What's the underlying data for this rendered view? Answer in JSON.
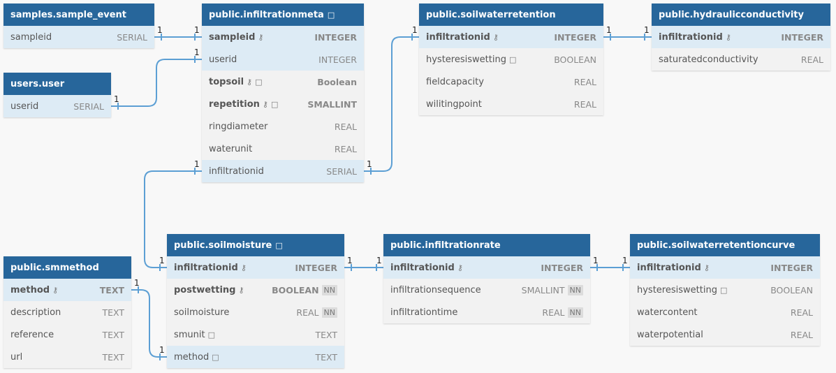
{
  "colors": {
    "header": "#27669b",
    "link": "#5c9fd4",
    "row_highlight": "#ddebf5",
    "body": "#f2f2f2"
  },
  "tables": [
    {
      "id": "sample_event",
      "name": "samples.sample_event",
      "note": false,
      "columns": [
        {
          "name": "sampleid",
          "type": "SERIAL",
          "pk": false,
          "key": false,
          "note": false,
          "nn": false,
          "hl": true
        }
      ]
    },
    {
      "id": "user",
      "name": "users.user",
      "note": false,
      "columns": [
        {
          "name": "userid",
          "type": "SERIAL",
          "pk": false,
          "key": false,
          "note": false,
          "nn": false,
          "hl": true
        }
      ]
    },
    {
      "id": "infiltrationmeta",
      "name": "public.infiltrationmeta",
      "note": true,
      "columns": [
        {
          "name": "sampleid",
          "type": "INTEGER",
          "pk": true,
          "key": true,
          "note": false,
          "nn": false,
          "hl": true
        },
        {
          "name": "userid",
          "type": "INTEGER",
          "pk": false,
          "key": false,
          "note": false,
          "nn": false,
          "hl": true
        },
        {
          "name": "topsoil",
          "type": "Boolean",
          "pk": true,
          "key": true,
          "note": true,
          "nn": false,
          "hl": false
        },
        {
          "name": "repetition",
          "type": "SMALLINT",
          "pk": true,
          "key": true,
          "note": true,
          "nn": false,
          "hl": false
        },
        {
          "name": "ringdiameter",
          "type": "REAL",
          "pk": false,
          "key": false,
          "note": false,
          "nn": false,
          "hl": false
        },
        {
          "name": "waterunit",
          "type": "REAL",
          "pk": false,
          "key": false,
          "note": false,
          "nn": false,
          "hl": false
        },
        {
          "name": "infiltrationid",
          "type": "SERIAL",
          "pk": false,
          "key": false,
          "note": false,
          "nn": false,
          "hl": true
        }
      ]
    },
    {
      "id": "soilwaterretention",
      "name": "public.soilwaterretention",
      "note": false,
      "columns": [
        {
          "name": "infiltrationid",
          "type": "INTEGER",
          "pk": true,
          "key": true,
          "note": false,
          "nn": false,
          "hl": true
        },
        {
          "name": "hysteresiswetting",
          "type": "BOOLEAN",
          "pk": false,
          "key": false,
          "note": true,
          "nn": false,
          "hl": false
        },
        {
          "name": "fieldcapacity",
          "type": "REAL",
          "pk": false,
          "key": false,
          "note": false,
          "nn": false,
          "hl": false
        },
        {
          "name": "wilitingpoint",
          "type": "REAL",
          "pk": false,
          "key": false,
          "note": false,
          "nn": false,
          "hl": false
        }
      ]
    },
    {
      "id": "hydraulicconductivity",
      "name": "public.hydraulicconductivity",
      "note": false,
      "columns": [
        {
          "name": "infiltrationid",
          "type": "INTEGER",
          "pk": true,
          "key": true,
          "note": false,
          "nn": false,
          "hl": true
        },
        {
          "name": "saturatedconductivity",
          "type": "REAL",
          "pk": false,
          "key": false,
          "note": false,
          "nn": false,
          "hl": false
        }
      ]
    },
    {
      "id": "smmethod",
      "name": "public.smmethod",
      "note": false,
      "columns": [
        {
          "name": "method",
          "type": "TEXT",
          "pk": true,
          "key": true,
          "note": false,
          "nn": false,
          "hl": true
        },
        {
          "name": "description",
          "type": "TEXT",
          "pk": false,
          "key": false,
          "note": false,
          "nn": false,
          "hl": false
        },
        {
          "name": "reference",
          "type": "TEXT",
          "pk": false,
          "key": false,
          "note": false,
          "nn": false,
          "hl": false
        },
        {
          "name": "url",
          "type": "TEXT",
          "pk": false,
          "key": false,
          "note": false,
          "nn": false,
          "hl": false
        }
      ]
    },
    {
      "id": "soilmoisture",
      "name": "public.soilmoisture",
      "note": true,
      "columns": [
        {
          "name": "infiltrationid",
          "type": "INTEGER",
          "pk": true,
          "key": true,
          "note": false,
          "nn": false,
          "hl": true
        },
        {
          "name": "postwetting",
          "type": "BOOLEAN",
          "pk": true,
          "key": true,
          "note": false,
          "nn": true,
          "hl": false
        },
        {
          "name": "soilmoisture",
          "type": "REAL",
          "pk": false,
          "key": false,
          "note": false,
          "nn": true,
          "hl": false
        },
        {
          "name": "smunit",
          "type": "TEXT",
          "pk": false,
          "key": false,
          "note": true,
          "nn": false,
          "hl": false
        },
        {
          "name": "method",
          "type": "TEXT",
          "pk": false,
          "key": false,
          "note": true,
          "nn": false,
          "hl": true
        }
      ]
    },
    {
      "id": "infiltrationrate",
      "name": "public.infiltrationrate",
      "note": false,
      "columns": [
        {
          "name": "infiltrationid",
          "type": "INTEGER",
          "pk": true,
          "key": true,
          "note": false,
          "nn": false,
          "hl": true
        },
        {
          "name": "infiltrationsequence",
          "type": "SMALLINT",
          "pk": false,
          "key": false,
          "note": false,
          "nn": true,
          "hl": false
        },
        {
          "name": "infiltrationtime",
          "type": "REAL",
          "pk": false,
          "key": false,
          "note": false,
          "nn": true,
          "hl": false
        }
      ]
    },
    {
      "id": "soilwaterretentioncurve",
      "name": "public.soilwaterretentioncurve",
      "note": false,
      "columns": [
        {
          "name": "infiltrationid",
          "type": "INTEGER",
          "pk": true,
          "key": true,
          "note": false,
          "nn": false,
          "hl": true
        },
        {
          "name": "hysteresiswetting",
          "type": "BOOLEAN",
          "pk": false,
          "key": false,
          "note": true,
          "nn": false,
          "hl": false
        },
        {
          "name": "watercontent",
          "type": "REAL",
          "pk": false,
          "key": false,
          "note": false,
          "nn": false,
          "hl": false
        },
        {
          "name": "waterpotential",
          "type": "REAL",
          "pk": false,
          "key": false,
          "note": false,
          "nn": false,
          "hl": false
        }
      ]
    }
  ],
  "relationships": [
    {
      "from": "samples.sample_event.sampleid",
      "to": "public.infiltrationmeta.sampleid",
      "from_card": "1",
      "to_card": "1"
    },
    {
      "from": "users.user.userid",
      "to": "public.infiltrationmeta.userid",
      "from_card": "1",
      "to_card": "1"
    },
    {
      "from": "public.infiltrationmeta.infiltrationid",
      "to": "public.soilwaterretention.infiltrationid",
      "from_card": "1",
      "to_card": "1"
    },
    {
      "from": "public.soilwaterretention.infiltrationid",
      "to": "public.hydraulicconductivity.infiltrationid",
      "from_card": "1",
      "to_card": "1"
    },
    {
      "from": "public.infiltrationmeta.infiltrationid",
      "to": "public.soilmoisture.infiltrationid",
      "from_card": "1",
      "to_card": "1"
    },
    {
      "from": "public.soilmoisture.infiltrationid",
      "to": "public.infiltrationrate.infiltrationid",
      "from_card": "1",
      "to_card": "1"
    },
    {
      "from": "public.infiltrationrate.infiltrationid",
      "to": "public.soilwaterretentioncurve.infiltrationid",
      "from_card": "1",
      "to_card": "1"
    },
    {
      "from": "public.smmethod.method",
      "to": "public.soilmoisture.method",
      "from_card": "1",
      "to_card": "1"
    }
  ]
}
